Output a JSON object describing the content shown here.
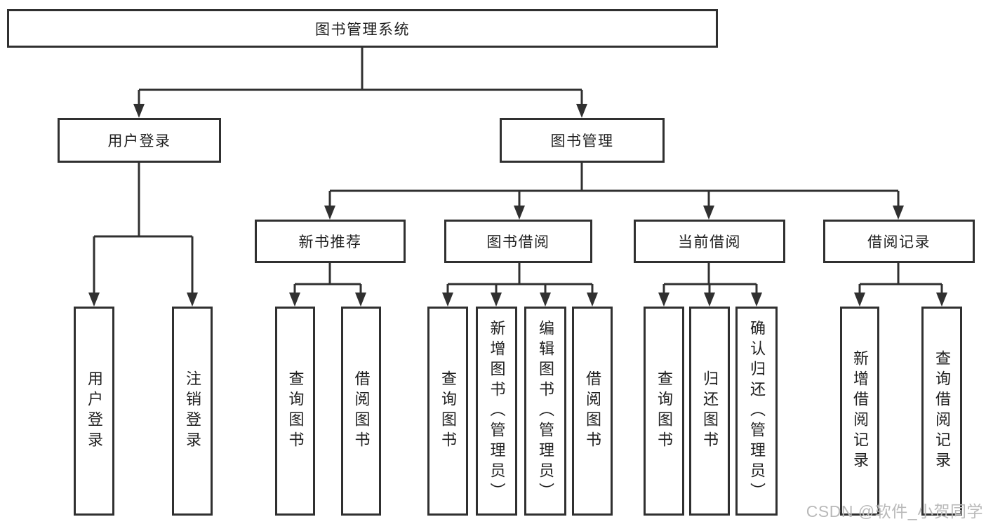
{
  "diagram": {
    "root": {
      "label": "图书管理系统"
    },
    "branches": [
      {
        "label": "用户登录",
        "children": [
          {
            "label": "用户登录"
          },
          {
            "label": "注销登录"
          }
        ]
      },
      {
        "label": "图书管理",
        "children": [
          {
            "label": "新书推荐",
            "children": [
              {
                "label": "查询图书"
              },
              {
                "label": "借阅图书"
              }
            ]
          },
          {
            "label": "图书借阅",
            "children": [
              {
                "label": "查询图书"
              },
              {
                "label": "新增图书（管理员）"
              },
              {
                "label": "编辑图书（管理员）"
              },
              {
                "label": "借阅图书"
              }
            ]
          },
          {
            "label": "当前借阅",
            "children": [
              {
                "label": "查询图书"
              },
              {
                "label": "归还图书"
              },
              {
                "label": "确认归还（管理员）"
              }
            ]
          },
          {
            "label": "借阅记录",
            "children": [
              {
                "label": "新增借阅记录"
              },
              {
                "label": "查询借阅记录"
              }
            ]
          }
        ]
      }
    ]
  },
  "watermark": {
    "text": "CSDN @软件_小贺同学"
  },
  "colors": {
    "line": "#303030",
    "box_border": "#303030",
    "text": "#1f1f1f",
    "background": "#ffffff",
    "watermark": "#b9b9b9"
  }
}
